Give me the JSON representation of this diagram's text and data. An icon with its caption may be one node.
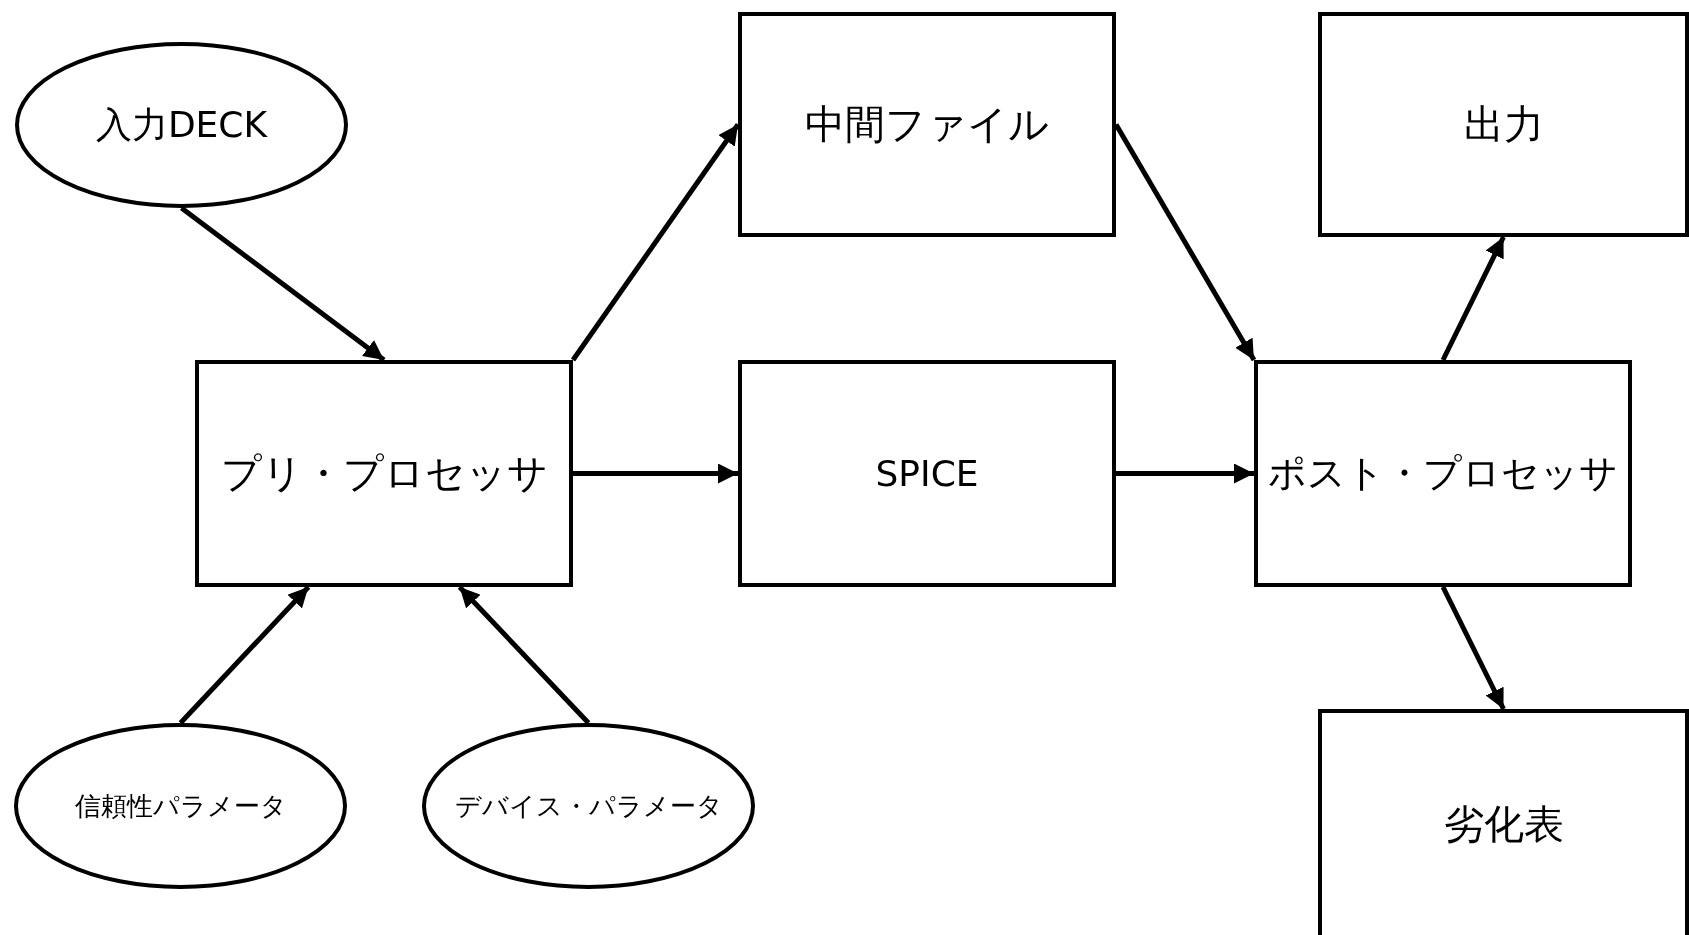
{
  "diagram": {
    "nodes": [
      {
        "text": [
          "入力DECK"
        ]
      },
      {
        "text": [
          "プリ・プロセッサ"
        ]
      },
      {
        "text": [
          "中間ファイル"
        ]
      },
      {
        "text": [
          "SPICE"
        ]
      },
      {
        "text": [
          "ポスト・プロセッサ"
        ]
      },
      {
        "text": [
          "出力"
        ]
      },
      {
        "text": [
          "劣化表"
        ]
      },
      {
        "text": [
          "信頼性パラメータ"
        ]
      },
      {
        "text": [
          "デバイス・パラメータ"
        ]
      }
    ],
    "edges": [
      {
        "from": 0,
        "to": 1,
        "arrow": "to"
      },
      {
        "from": 1,
        "to": 2,
        "arrow": "to"
      },
      {
        "from": 1,
        "to": 3,
        "arrow": "to"
      },
      {
        "from": 2,
        "to": 4,
        "arrow": "to"
      },
      {
        "from": 3,
        "to": 4,
        "arrow": "to"
      },
      {
        "from": 4,
        "to": 5,
        "arrow": "to"
      },
      {
        "from": 4,
        "to": 6,
        "arrow": "to"
      },
      {
        "from": 7,
        "to": 1,
        "arrow": "to"
      },
      {
        "from": 8,
        "to": 1,
        "arrow": "to"
      }
    ]
  }
}
